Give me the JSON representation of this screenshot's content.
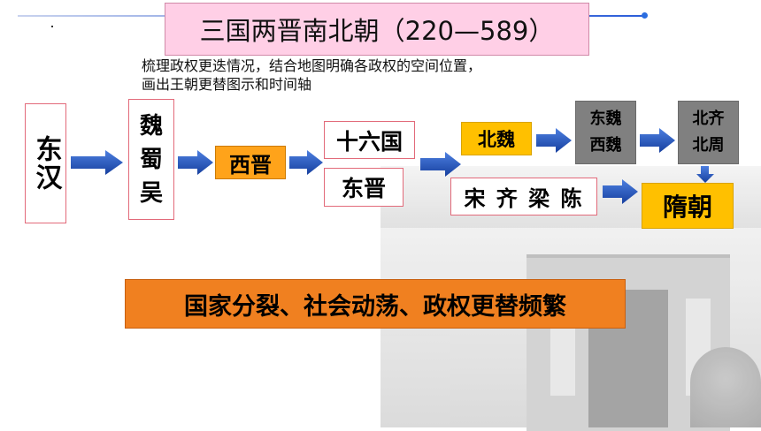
{
  "title": "三国两晋南北朝（220—589）",
  "instructions": [
    "梳理政权更迭情况，结合地图明确各政权的空间位置，",
    "画出王朝更替图示和时间轴"
  ],
  "nodes": {
    "eastern_han": "东汉",
    "three_kingdoms": [
      "魏",
      "蜀",
      "吴"
    ],
    "western_jin": "西晋",
    "sixteen_kingdoms": "十六国",
    "eastern_jin": "东晋",
    "northern_wei": "北魏",
    "east_west_wei": [
      "东魏",
      "西魏"
    ],
    "bei_qi_zhou": [
      "北齐",
      "北周"
    ],
    "southern_dynasties": "宋 齐 梁 陈",
    "sui": "隋朝"
  },
  "summary": "国家分裂、社会动荡、政权更替频繁",
  "colors": {
    "arrow": "#1f4fb8",
    "outline": "#e26a7a",
    "orange": "#ffa31a",
    "yellow": "#ffc000",
    "gray": "#808080",
    "banner": "#f08020",
    "title_bg": "#ffcfe6"
  }
}
